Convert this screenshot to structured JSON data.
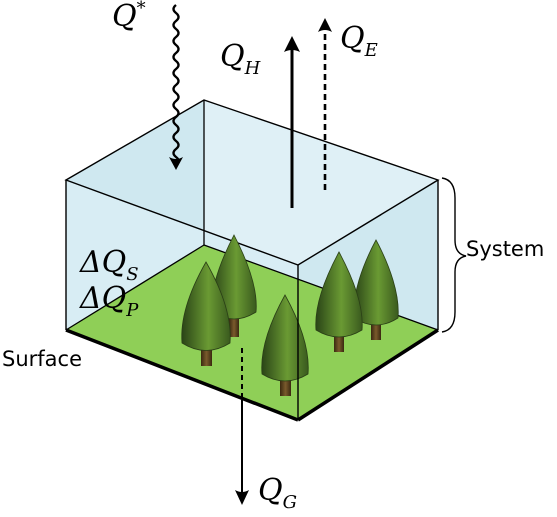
{
  "diagram": {
    "labels": {
      "q_star": "Q",
      "q_star_sup": "*",
      "q_h": "Q",
      "q_h_sub": "H",
      "q_e": "Q",
      "q_e_sub": "E",
      "delta_qs": "ΔQ",
      "delta_qs_sub": "S",
      "delta_qp": "ΔQ",
      "delta_qp_sub": "P",
      "q_g": "Q",
      "q_g_sub": "G",
      "system": "System",
      "surface": "Surface"
    },
    "colors": {
      "box_fill": "#cfe8f0",
      "ground": "#8fcf57",
      "tree_dark": "#2f4f1c",
      "tree_light": "#5d8a2d",
      "trunk": "#4a3418",
      "line": "#000000"
    },
    "icons": [
      "tree-icon"
    ]
  }
}
